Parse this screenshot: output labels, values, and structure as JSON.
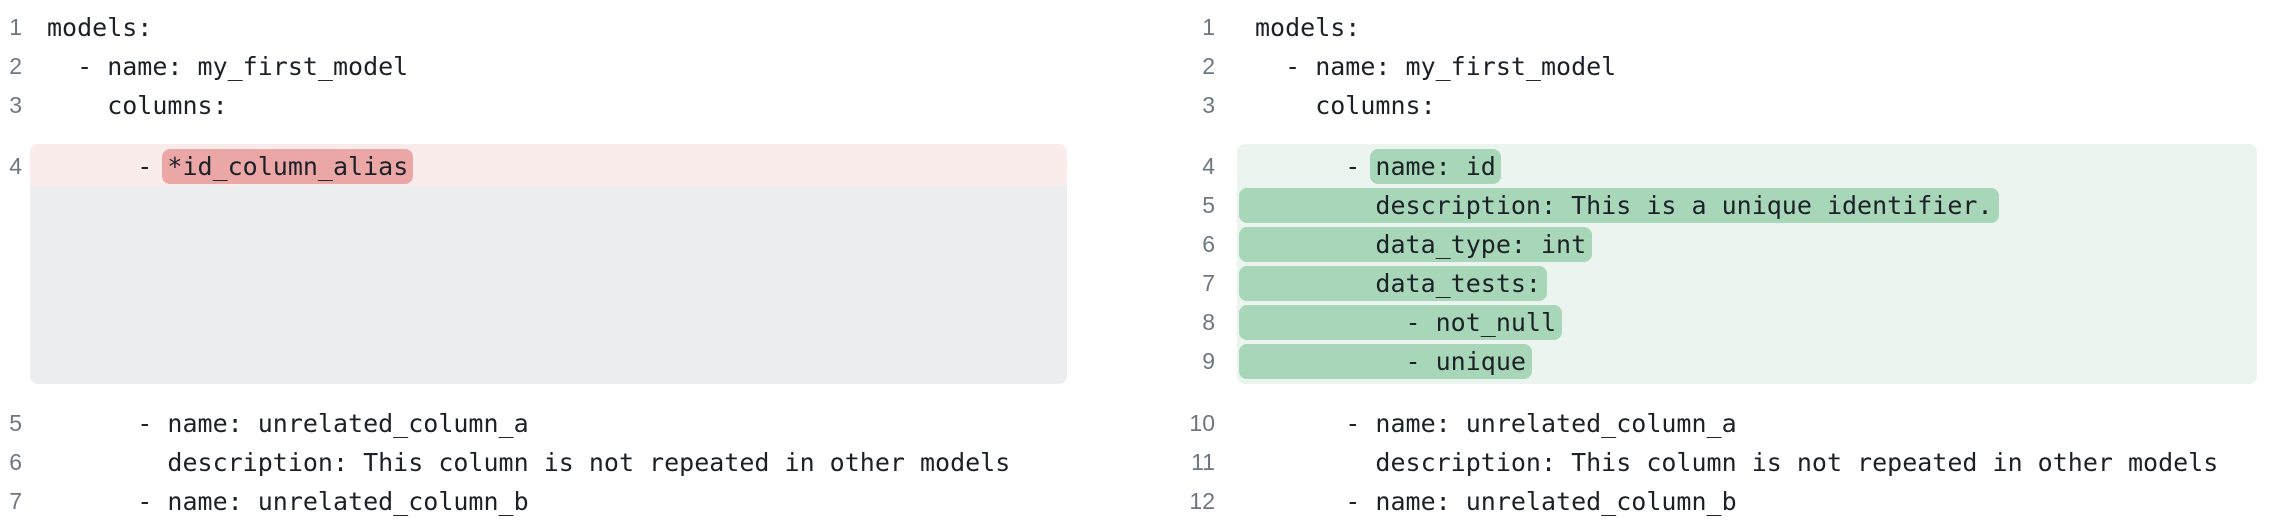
{
  "colors": {
    "page_bg": "#ffffff",
    "code_text": "#1c2128",
    "line_number": "#6e7781",
    "removed_line_bg": "#fbecec",
    "removed_token_bg": "#eba6a6",
    "collapsed_block_bg": "#ebedef",
    "added_line_bg": "#ebf4ef",
    "added_token_bg": "#a7d7b8"
  },
  "left_pane": {
    "lines": [
      {
        "num": "1",
        "text": "models:"
      },
      {
        "num": "2",
        "text": "  - name: my_first_model"
      },
      {
        "num": "3",
        "text": "    columns:"
      },
      {
        "num": "4",
        "pre": "      - ",
        "removed": "*id_column_alias"
      },
      {
        "num": "5",
        "text": "      - name: unrelated_column_a"
      },
      {
        "num": "6",
        "text": "        description: This column is not repeated in other models"
      },
      {
        "num": "7",
        "text": "      - name: unrelated_column_b"
      }
    ]
  },
  "right_pane": {
    "lines": [
      {
        "num": "1",
        "text": "models:"
      },
      {
        "num": "2",
        "text": "  - name: my_first_model"
      },
      {
        "num": "3",
        "text": "    columns:"
      },
      {
        "num": "4",
        "pre": "      - ",
        "added": "name: id"
      },
      {
        "num": "5",
        "added": "        description: This is a unique identifier."
      },
      {
        "num": "6",
        "added": "        data_type: int"
      },
      {
        "num": "7",
        "added": "        data_tests:"
      },
      {
        "num": "8",
        "added": "          - not_null"
      },
      {
        "num": "9",
        "added": "          - unique"
      },
      {
        "num": "10",
        "text": "      - name: unrelated_column_a"
      },
      {
        "num": "11",
        "text": "        description: This column is not repeated in other models"
      },
      {
        "num": "12",
        "text": "      - name: unrelated_column_b"
      }
    ]
  }
}
